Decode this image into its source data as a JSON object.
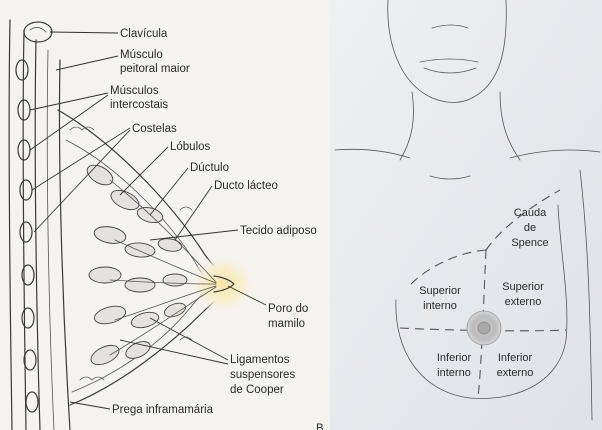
{
  "left_panel": {
    "labels": {
      "clavicula": "Clavícula",
      "peitoral_1": "Músculo",
      "peitoral_2": "peitoral maior",
      "intercostais_1": "Músculos",
      "intercostais_2": "intercostais",
      "costelas": "Costelas",
      "lobulos": "Lóbulos",
      "ductulo": "Dúctulo",
      "ducto_lacteo": "Ducto lácteo",
      "tecido_adiposo": "Tecido adiposo",
      "poro_1": "Poro do",
      "poro_2": "mamilo",
      "ligamentos_1": "Ligamentos",
      "ligamentos_2": "suspensores",
      "ligamentos_3": "de Cooper",
      "prega": "Prega inframamária"
    }
  },
  "right_panel": {
    "quadrants": {
      "cauda_1": "Cauda",
      "cauda_2": "de",
      "cauda_3": "Spence",
      "sup_int_1": "Superior",
      "sup_int_2": "interno",
      "sup_ext_1": "Superior",
      "sup_ext_2": "externo",
      "inf_int_1": "Inferior",
      "inf_int_2": "interno",
      "inf_ext_1": "Inferior",
      "inf_ext_2": "externo"
    },
    "panel_letter": "B"
  },
  "colors": {
    "paper_left": "#f4f3ef",
    "paper_right": "#e6e8ea",
    "ink": "#3a3a3a",
    "nipple_glow": "#f3e2a0"
  }
}
